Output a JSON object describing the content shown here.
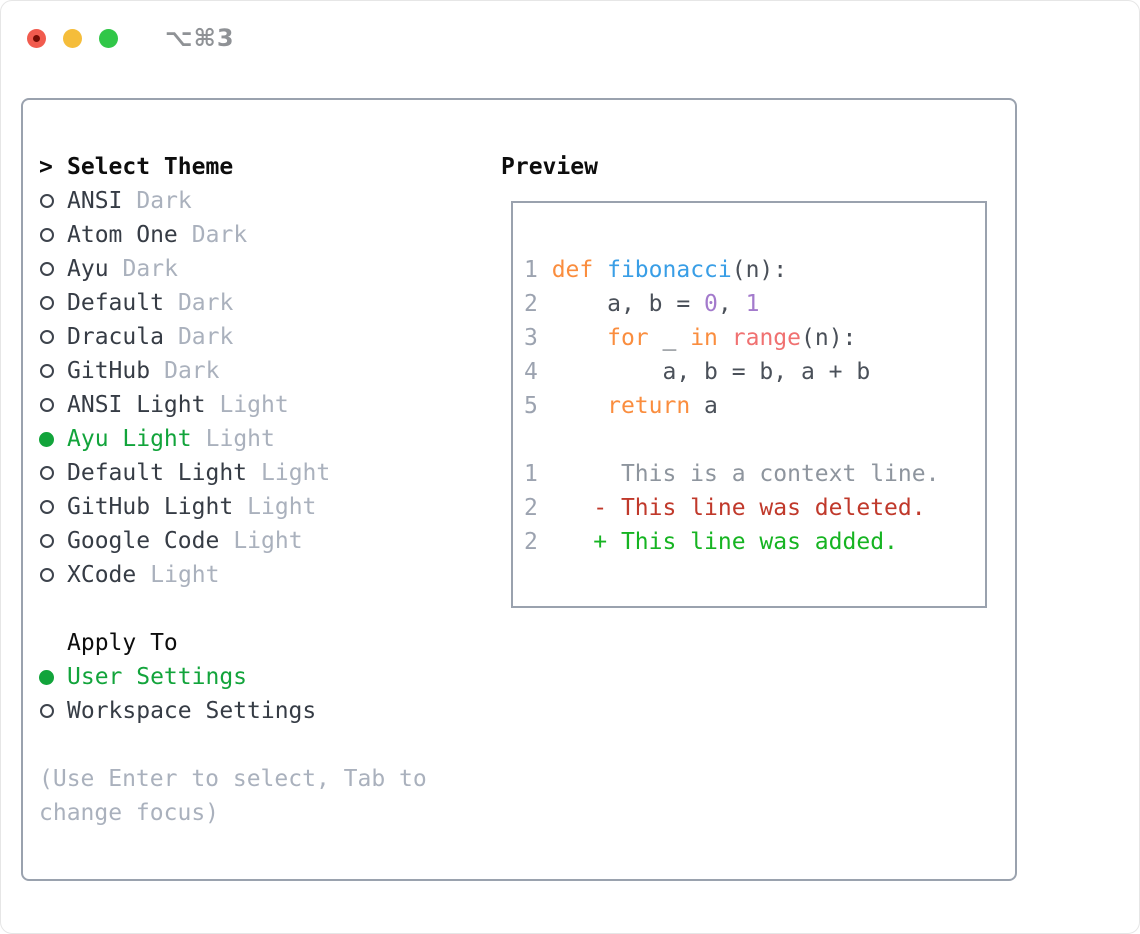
{
  "window": {
    "title": "⌥⌘3"
  },
  "palette": {
    "window_title_gray": "#8f9296",
    "traffic_red": "#f15b4e",
    "traffic_red_dot": "#750d04",
    "traffic_yellow": "#f5bd3a",
    "traffic_green": "#31c748",
    "border_gray": "#9aa2ae",
    "heading_black": "#0d0d0d",
    "item_dark": "#363c45",
    "variant_gray": "#aab1bd",
    "selected_green": "#12a43b",
    "bullet_ring": "#3e444d",
    "help_gray": "#aab1bd",
    "lineno": "#9ca3b0",
    "keyword": "#fa8d3e",
    "function": "#399ee6",
    "plain": "#4a5059",
    "number": "#a37acc",
    "call": "#f07171",
    "context": "#8e959e",
    "deleted": "#c0392b",
    "added": "#16b422"
  },
  "theme_list": {
    "prompt": ">",
    "header": "Select Theme",
    "items": [
      {
        "name": "ANSI",
        "variant": "Dark",
        "selected": false
      },
      {
        "name": "Atom One",
        "variant": "Dark",
        "selected": false
      },
      {
        "name": "Ayu",
        "variant": "Dark",
        "selected": false
      },
      {
        "name": "Default",
        "variant": "Dark",
        "selected": false
      },
      {
        "name": "Dracula",
        "variant": "Dark",
        "selected": false
      },
      {
        "name": "GitHub",
        "variant": "Dark",
        "selected": false
      },
      {
        "name": "ANSI Light",
        "variant": "Light",
        "selected": false
      },
      {
        "name": "Ayu Light",
        "variant": "Light",
        "selected": true
      },
      {
        "name": "Default Light",
        "variant": "Light",
        "selected": false
      },
      {
        "name": "GitHub Light",
        "variant": "Light",
        "selected": false
      },
      {
        "name": "Google Code",
        "variant": "Light",
        "selected": false
      },
      {
        "name": "XCode",
        "variant": "Light",
        "selected": false
      }
    ]
  },
  "apply_to": {
    "header": "Apply To",
    "options": [
      {
        "label": "User Settings",
        "selected": true
      },
      {
        "label": "Workspace Settings",
        "selected": false
      }
    ]
  },
  "help_text": {
    "line1": "(Use Enter to select, Tab to",
    "line2": "change focus)"
  },
  "preview": {
    "header": "Preview",
    "code_lines": [
      {
        "tokens": [
          {
            "t": "1 ",
            "c": "lineno"
          },
          {
            "t": "def",
            "c": "keyword"
          },
          {
            "t": " ",
            "c": "plain"
          },
          {
            "t": "fibonacci",
            "c": "function"
          },
          {
            "t": "(n):",
            "c": "plain"
          }
        ]
      },
      {
        "tokens": [
          {
            "t": "2",
            "c": "lineno"
          },
          {
            "t": "     a, b = ",
            "c": "plain"
          },
          {
            "t": "0",
            "c": "number"
          },
          {
            "t": ", ",
            "c": "plain"
          },
          {
            "t": "1",
            "c": "number"
          }
        ]
      },
      {
        "tokens": [
          {
            "t": "3",
            "c": "lineno"
          },
          {
            "t": "     ",
            "c": "plain"
          },
          {
            "t": "for",
            "c": "keyword"
          },
          {
            "t": " _ ",
            "c": "plain"
          },
          {
            "t": "in",
            "c": "keyword"
          },
          {
            "t": " ",
            "c": "plain"
          },
          {
            "t": "range",
            "c": "call"
          },
          {
            "t": "(n):",
            "c": "plain"
          }
        ]
      },
      {
        "tokens": [
          {
            "t": "4",
            "c": "lineno"
          },
          {
            "t": "         a, b = b, a + b",
            "c": "plain"
          }
        ]
      },
      {
        "tokens": [
          {
            "t": "5",
            "c": "lineno"
          },
          {
            "t": "     ",
            "c": "plain"
          },
          {
            "t": "return",
            "c": "keyword"
          },
          {
            "t": " a",
            "c": "plain"
          }
        ]
      },
      {
        "tokens": []
      },
      {
        "tokens": [
          {
            "t": "1",
            "c": "lineno"
          },
          {
            "t": "      This is a context line.",
            "c": "context"
          }
        ]
      },
      {
        "tokens": [
          {
            "t": "2",
            "c": "lineno"
          },
          {
            "t": "    ",
            "c": "plain"
          },
          {
            "t": "- This line was deleted.",
            "c": "deleted"
          }
        ]
      },
      {
        "tokens": [
          {
            "t": "2",
            "c": "lineno"
          },
          {
            "t": "    ",
            "c": "plain"
          },
          {
            "t": "+ This line was added.",
            "c": "added"
          }
        ]
      }
    ]
  }
}
